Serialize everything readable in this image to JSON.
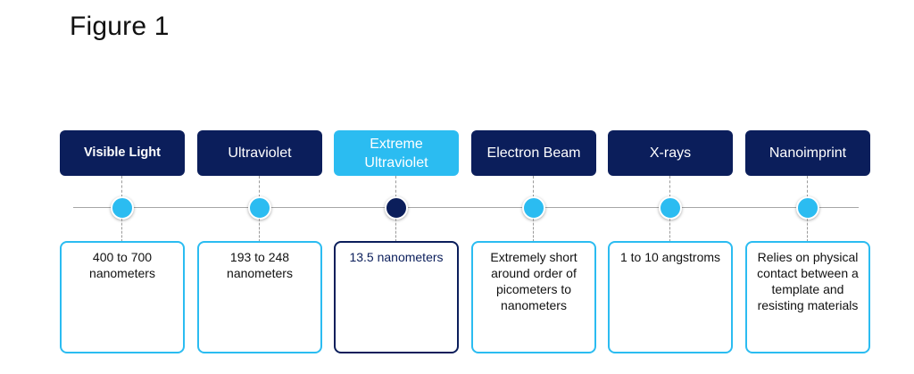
{
  "figure_title": "Figure 1",
  "colors": {
    "navy": "#0b1e5b",
    "cyan": "#2bbcf1",
    "line": "#a6a6a6"
  },
  "timeline": [
    {
      "label": "Visible Light",
      "detail": "400 to 700 nanometers",
      "highlighted": false
    },
    {
      "label": "Ultraviolet",
      "detail": "193 to 248 nanometers",
      "highlighted": false
    },
    {
      "label": "Extreme Ultraviolet",
      "detail": "13.5 nanometers",
      "highlighted": true
    },
    {
      "label": "Electron Beam",
      "detail": "Extremely short around order of picometers to nanometers",
      "highlighted": false
    },
    {
      "label": "X-rays",
      "detail": "1 to 10 angstroms",
      "highlighted": false
    },
    {
      "label": "Nanoimprint",
      "detail": "Relies on physical contact between a template and resisting materials",
      "highlighted": false
    }
  ]
}
